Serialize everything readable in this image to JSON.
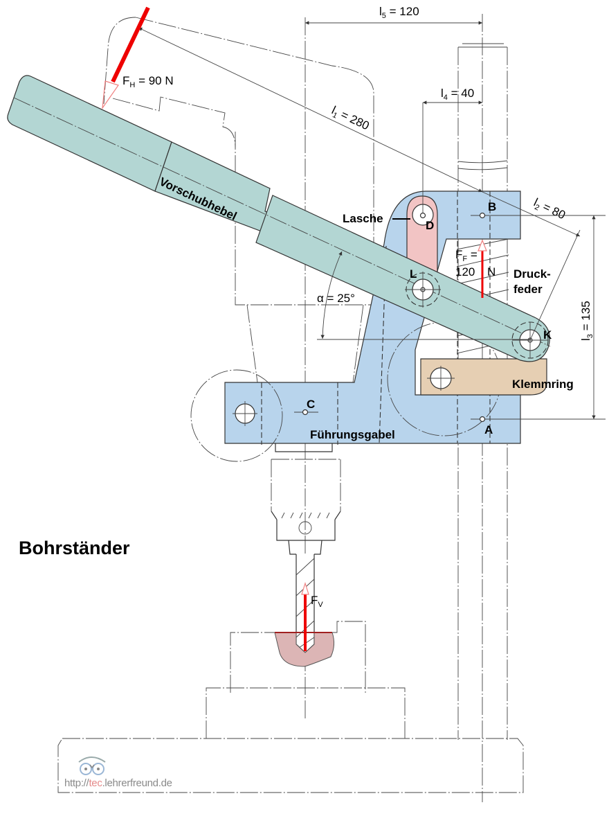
{
  "title": "Bohrständer",
  "watermark": {
    "prefix": "http://",
    "accent": "tec",
    "suffix": ".lehrerfreund.de"
  },
  "colors": {
    "lever": "#b3d6d3",
    "guide_fork": "#b8d4ec",
    "link": "#f2c4c4",
    "clamp_ring": "#e6cfb3",
    "workpiece": "#dcb5b5",
    "force": "#ee0000",
    "line": "#333333"
  },
  "parts": {
    "lever": "Vorschubhebel",
    "link": "Lasche",
    "spring": {
      "line1": "Druck-",
      "line2": "feder"
    },
    "clamp_ring": "Klemmring",
    "guide_fork": "Führungsgabel"
  },
  "points": {
    "A": "A",
    "B": "B",
    "C": "C",
    "D": "D",
    "K": "K",
    "L": "L"
  },
  "dimensions": {
    "l1": {
      "sym": "l",
      "sub": "1",
      "text": " = 280"
    },
    "l2": {
      "sym": "l",
      "sub": "2",
      "text": " = 80"
    },
    "l3": {
      "sym": "l",
      "sub": "3",
      "text": " = 135"
    },
    "l4": {
      "sym": "l",
      "sub": "4",
      "text": " = 40"
    },
    "l5": {
      "sym": "l",
      "sub": "5",
      "text": " = 120"
    },
    "alpha": "α = 25°"
  },
  "forces": {
    "FH": {
      "sym": "F",
      "sub": "H",
      "text": " = 90 N"
    },
    "FF": {
      "sym": "F",
      "sub": "F",
      "text": " =",
      "line2a": "120",
      "line2b": "N"
    },
    "FV": {
      "sym": "F",
      "sub": "V"
    }
  }
}
